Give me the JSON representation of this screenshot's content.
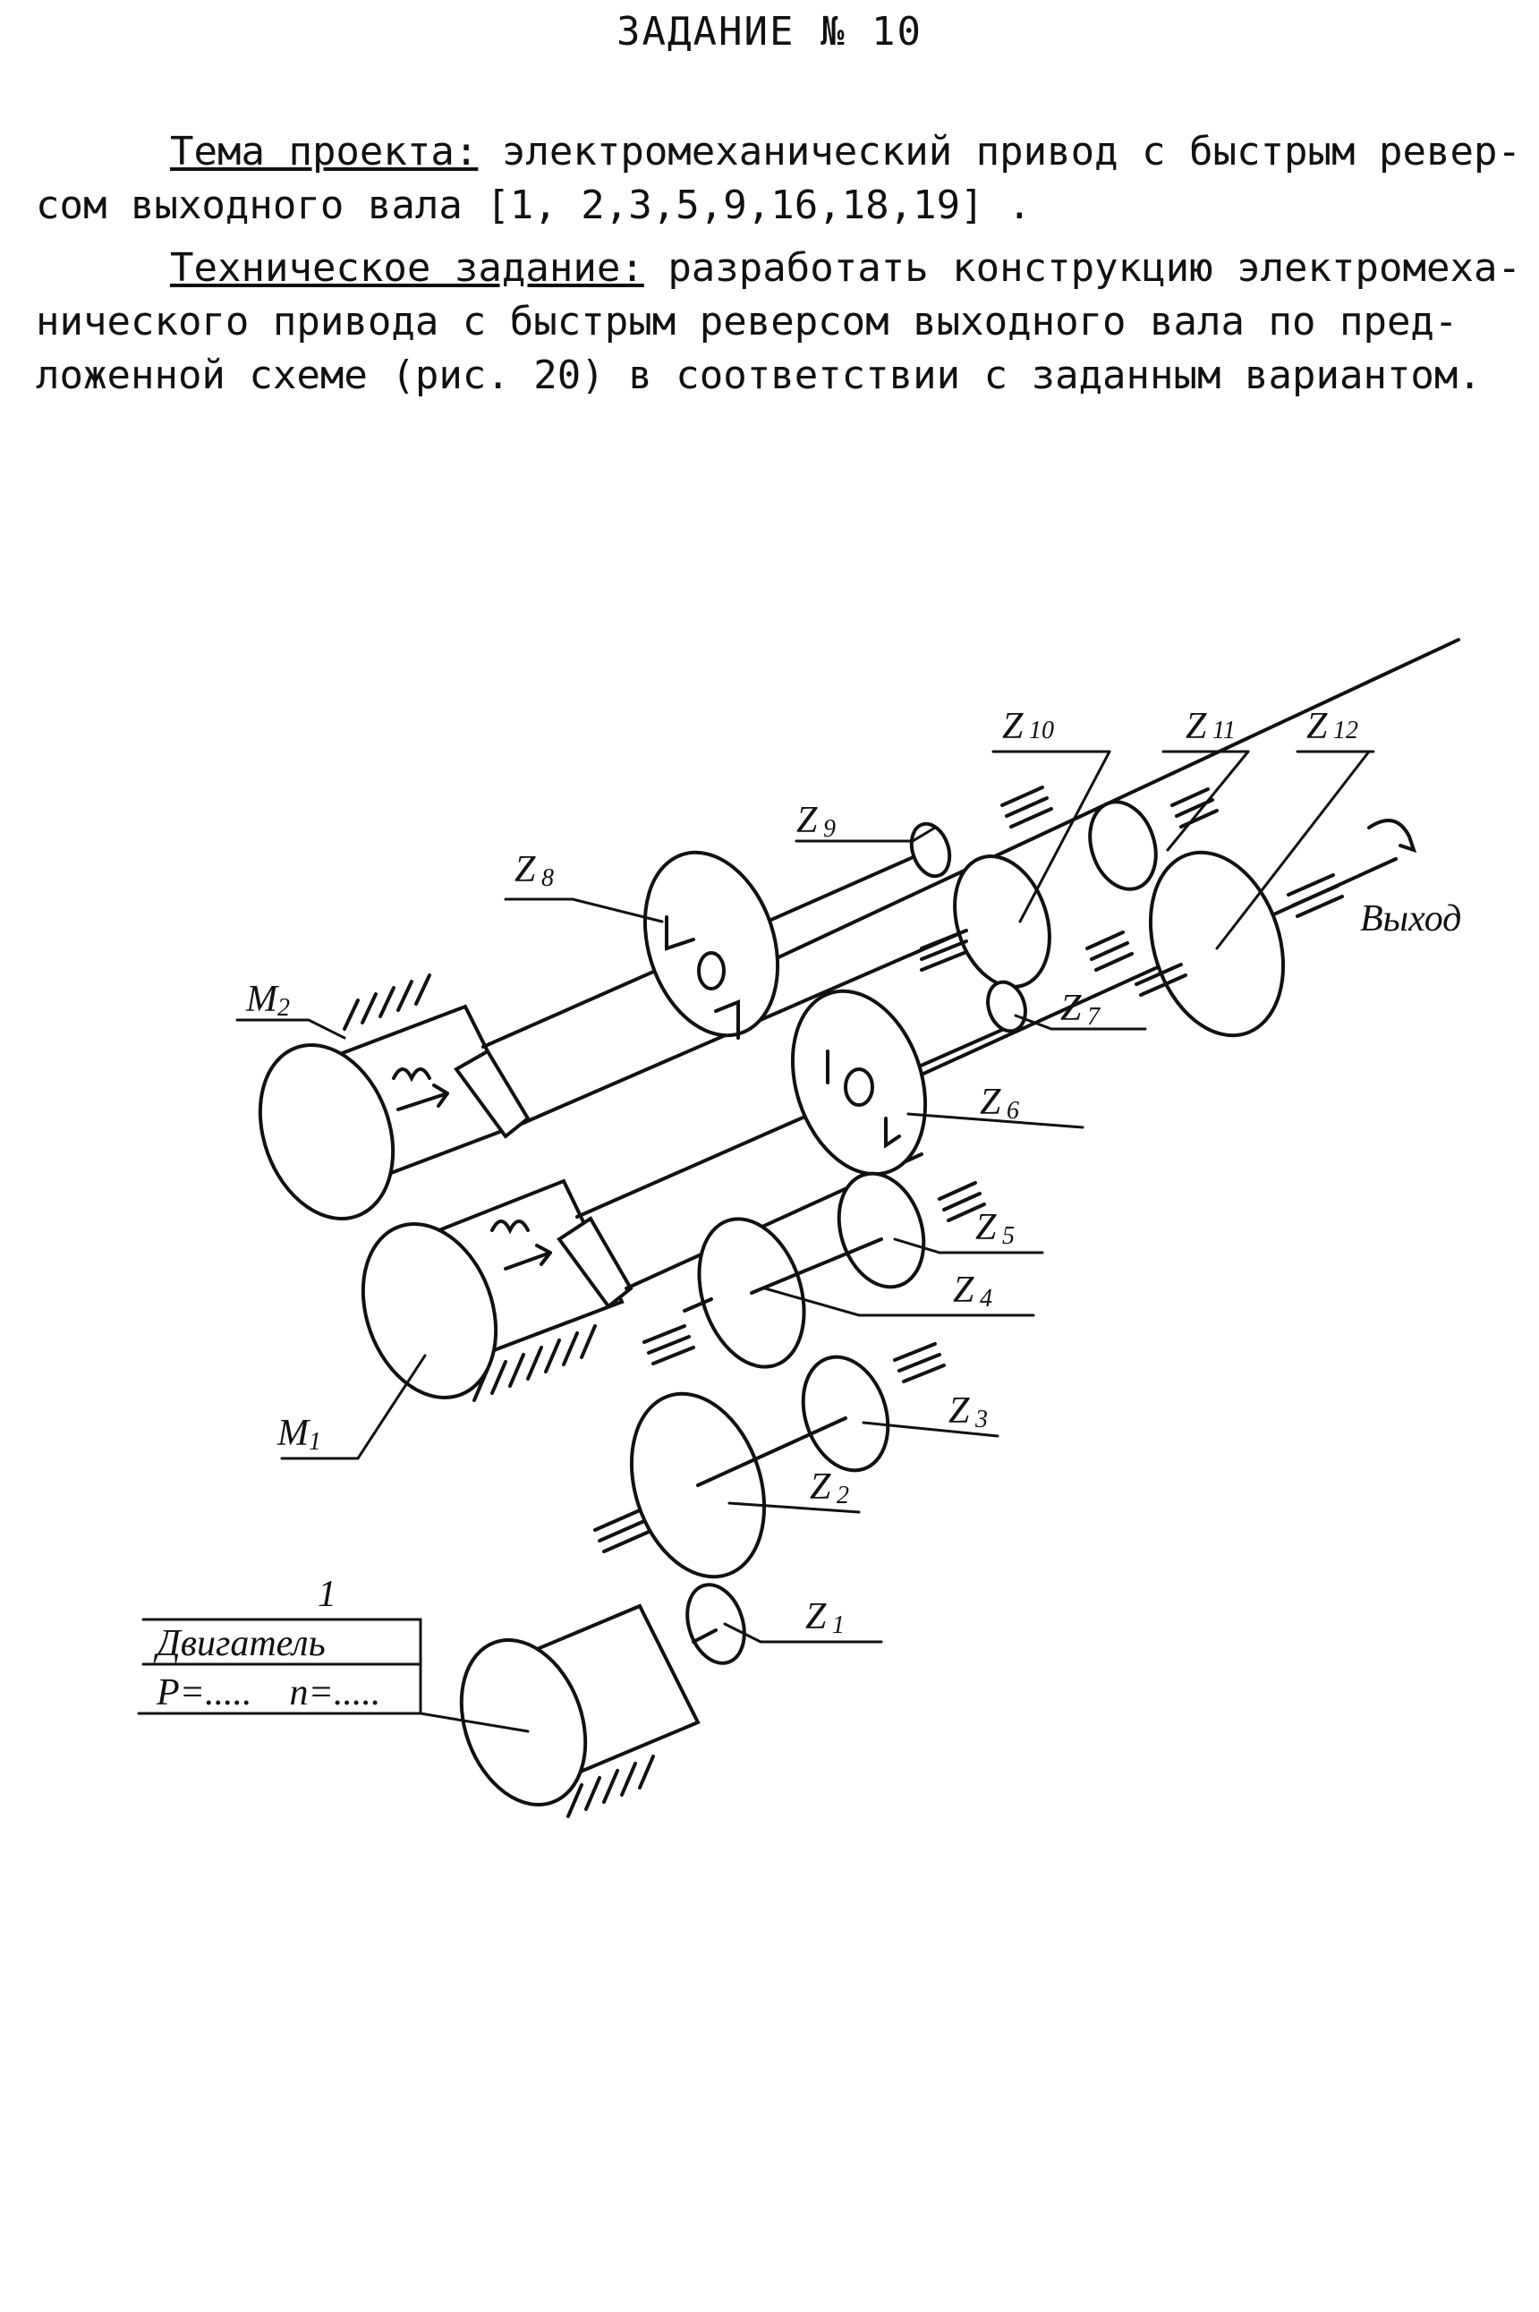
{
  "title": "ЗАДАНИЕ № 10",
  "topic": {
    "label": "Тема проекта:",
    "line1": "электромеханический привод с быстрым ревер-",
    "line2": "сом выходного вала [1, 2,3,5,9,16,18,19] ."
  },
  "tech": {
    "label": "Техническое задание:",
    "line1": "разработать конструкцию электромеха-",
    "line2": "нического привода с быстрым реверсом  выходного вала по пред-",
    "line3": "ложенной схеме (рис. 20) в соответствии с заданным вариантом."
  },
  "diagram": {
    "labels": {
      "z1": {
        "base": "Z",
        "sub": "1"
      },
      "z2": {
        "base": "Z",
        "sub": "2"
      },
      "z3": {
        "base": "Z",
        "sub": "3"
      },
      "z4": {
        "base": "Z",
        "sub": "4"
      },
      "z5": {
        "base": "Z",
        "sub": "5"
      },
      "z6": {
        "base": "Z",
        "sub": "6"
      },
      "z7": {
        "base": "Z",
        "sub": "7"
      },
      "z8": {
        "base": "Z",
        "sub": "8"
      },
      "z9": {
        "base": "Z",
        "sub": "9"
      },
      "z10": {
        "base": "Z",
        "sub": "10"
      },
      "z11": {
        "base": "Z",
        "sub": "11"
      },
      "z12": {
        "base": "Z",
        "sub": "12"
      },
      "m1": {
        "base": "M",
        "sub": "1"
      },
      "m2": {
        "base": "M",
        "sub": "2"
      },
      "output": "Выход"
    },
    "motor_table": {
      "number": "1",
      "name": "Двигатель",
      "params": "P=.....    n=....."
    }
  }
}
